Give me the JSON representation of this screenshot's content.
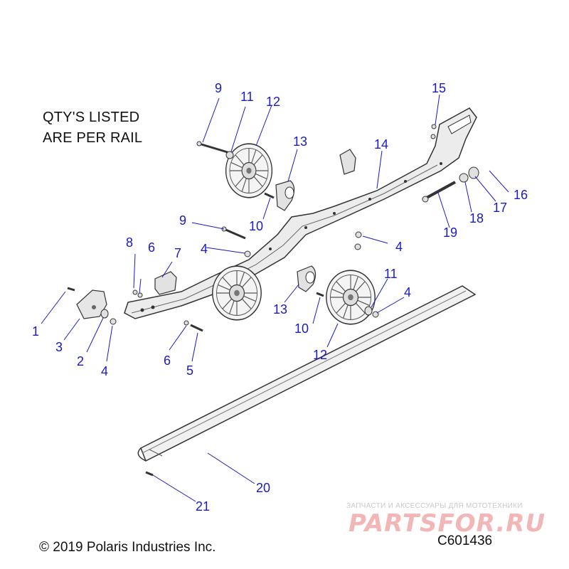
{
  "notes": {
    "line1": "QTY'S LISTED",
    "line2": "ARE PER RAIL"
  },
  "callouts": [
    {
      "n": "1",
      "label": "1"
    },
    {
      "n": "2",
      "label": "2"
    },
    {
      "n": "3",
      "label": "3"
    },
    {
      "n": "4a",
      "label": "4"
    },
    {
      "n": "4b",
      "label": "4"
    },
    {
      "n": "4c",
      "label": "4"
    },
    {
      "n": "4d",
      "label": "4"
    },
    {
      "n": "5",
      "label": "5"
    },
    {
      "n": "6a",
      "label": "6"
    },
    {
      "n": "6b",
      "label": "6"
    },
    {
      "n": "7",
      "label": "7"
    },
    {
      "n": "8",
      "label": "8"
    },
    {
      "n": "9a",
      "label": "9"
    },
    {
      "n": "9b",
      "label": "9"
    },
    {
      "n": "10a",
      "label": "10"
    },
    {
      "n": "10b",
      "label": "10"
    },
    {
      "n": "11a",
      "label": "11"
    },
    {
      "n": "11b",
      "label": "11"
    },
    {
      "n": "12a",
      "label": "12"
    },
    {
      "n": "12b",
      "label": "12"
    },
    {
      "n": "13a",
      "label": "13"
    },
    {
      "n": "13b",
      "label": "13"
    },
    {
      "n": "14",
      "label": "14"
    },
    {
      "n": "15",
      "label": "15"
    },
    {
      "n": "16",
      "label": "16"
    },
    {
      "n": "17",
      "label": "17"
    },
    {
      "n": "18",
      "label": "18"
    },
    {
      "n": "19",
      "label": "19"
    },
    {
      "n": "20",
      "label": "20"
    },
    {
      "n": "21",
      "label": "21"
    }
  ],
  "footer": {
    "copyright": "© 2019 Polaris Industries Inc.",
    "figure_code": "C601436"
  },
  "watermark": {
    "subtitle": "ЗАПЧАСТИ И АКСЕССУАРЫ ДЛЯ МОТОТЕХНИКИ",
    "logo": "PARTSFOR.RU"
  },
  "colors": {
    "callout": "#1a1ac8",
    "parts": "#e9e9e9",
    "outline": "#333333",
    "watermark": "#f2b6b6"
  }
}
